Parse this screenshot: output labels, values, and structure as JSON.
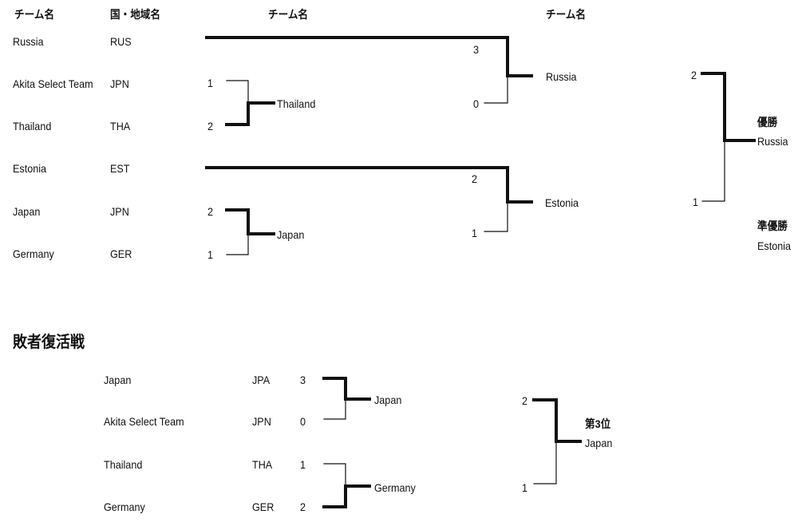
{
  "headers": {
    "team": "チーム名",
    "country": "国・地域名",
    "round2": "チーム名",
    "round3": "チーム名"
  },
  "main_teams": [
    {
      "team": "Russia",
      "code": "RUS"
    },
    {
      "team": "Akita Select Team",
      "code": "JPN"
    },
    {
      "team": "Thailand",
      "code": "THA"
    },
    {
      "team": "Estonia",
      "code": "EST"
    },
    {
      "team": "Japan",
      "code": "JPN"
    },
    {
      "team": "Germany",
      "code": "GER"
    }
  ],
  "round1": [
    {
      "top_score": "1",
      "bottom_score": "2",
      "winner": "Thailand"
    },
    {
      "top_score": "2",
      "bottom_score": "1",
      "winner": "Japan"
    }
  ],
  "semis": [
    {
      "top_score": "3",
      "bottom_score": "0",
      "winner": "Russia"
    },
    {
      "top_score": "2",
      "bottom_score": "1",
      "winner": "Estonia"
    }
  ],
  "final": {
    "top_score": "2",
    "bottom_score": "1",
    "champion_label": "優勝",
    "champion": "Russia",
    "runnerup_label": "準優勝",
    "runnerup": "Estonia"
  },
  "repechage": {
    "title": "敗者復活戦",
    "teams": [
      {
        "team": "Japan",
        "code": "JPA",
        "score": "3"
      },
      {
        "team": "Akita Select Team",
        "code": "JPN",
        "score": "0"
      },
      {
        "team": "Thailand",
        "code": "THA",
        "score": "1"
      },
      {
        "team": "Germany",
        "code": "GER",
        "score": "2"
      }
    ],
    "winners": [
      "Japan",
      "Germany"
    ],
    "third_top_score": "2",
    "third_bottom_score": "1",
    "third_label": "第3位",
    "third": "Japan"
  }
}
